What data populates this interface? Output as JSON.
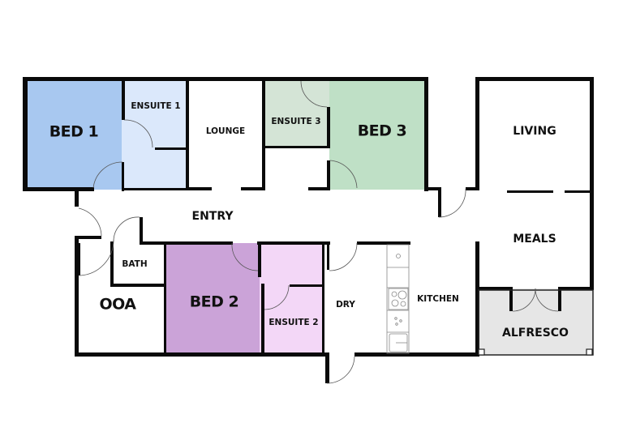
{
  "floorplan": {
    "colors": {
      "bed1": "#a8c8f0",
      "ensuite1": "#dbe8fb",
      "ensuite3": "#d4e4d6",
      "bed3": "#bfe0c6",
      "bed2": "#cba3d8",
      "ensuite2": "#f3d7f7",
      "alfresco": "#e6e6e6",
      "wall": "#0a0a0a"
    },
    "rooms": [
      {
        "id": "bed1",
        "label": "BED 1"
      },
      {
        "id": "ensuite1",
        "label": "ENSUITE 1"
      },
      {
        "id": "lounge",
        "label": "LOUNGE"
      },
      {
        "id": "ensuite3",
        "label": "ENSUITE 3"
      },
      {
        "id": "bed3",
        "label": "BED 3"
      },
      {
        "id": "living",
        "label": "LIVING"
      },
      {
        "id": "entry",
        "label": "ENTRY"
      },
      {
        "id": "meals",
        "label": "MEALS"
      },
      {
        "id": "bath",
        "label": "BATH"
      },
      {
        "id": "ooa",
        "label": "OOA"
      },
      {
        "id": "bed2",
        "label": "BED 2"
      },
      {
        "id": "ensuite2",
        "label": "ENSUITE 2"
      },
      {
        "id": "dry",
        "label": "DRY"
      },
      {
        "id": "kitchen",
        "label": "KITCHEN"
      },
      {
        "id": "alfresco",
        "label": "ALFRESCO"
      }
    ]
  }
}
